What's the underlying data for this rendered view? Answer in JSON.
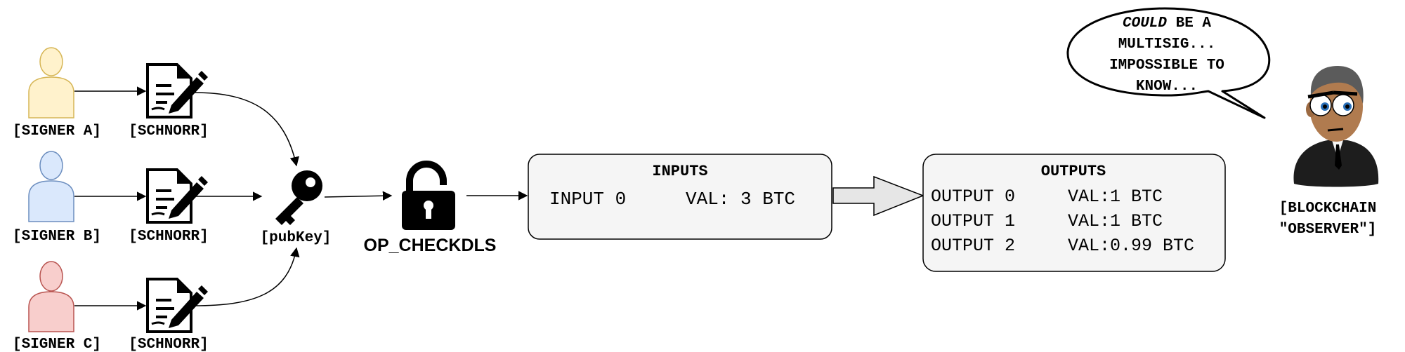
{
  "signers": [
    {
      "label": "[SIGNER A]",
      "fill": "#fff2cc",
      "stroke": "#d6b656"
    },
    {
      "label": "[SIGNER B]",
      "fill": "#dae8fc",
      "stroke": "#6c8ebf"
    },
    {
      "label": "[SIGNER C]",
      "fill": "#f8cecc",
      "stroke": "#b85450"
    }
  ],
  "signature_label": "[SCHNORR]",
  "key": {
    "label": "[pubKey]",
    "icon": "key-icon"
  },
  "lock": {
    "label": "OP_CHECKDLS",
    "icon": "unlocked-padlock-icon"
  },
  "inputs": {
    "title": "INPUTS",
    "rows": [
      {
        "name": "INPUT 0",
        "value": "VAL: 3 BTC"
      }
    ]
  },
  "outputs": {
    "title": "OUTPUTS",
    "rows": [
      {
        "name": "OUTPUT 0",
        "value": "VAL:1 BTC"
      },
      {
        "name": "OUTPUT 1",
        "value": "VAL:1 BTC"
      },
      {
        "name": "OUTPUT 2",
        "value": "VAL:0.99 BTC"
      }
    ]
  },
  "speech": {
    "emphasis": "COULD",
    "line1_rest": " BE A",
    "line2": "MULTISIG...",
    "line3": "IMPOSSIBLE TO",
    "line4": "KNOW..."
  },
  "observer": {
    "line1": "[BLOCKCHAIN",
    "line2": "\"OBSERVER\"]"
  },
  "colors": {
    "box_fill": "#f5f5f5",
    "stroke": "#000000",
    "big_arrow_fill": "#e6e6e6"
  }
}
